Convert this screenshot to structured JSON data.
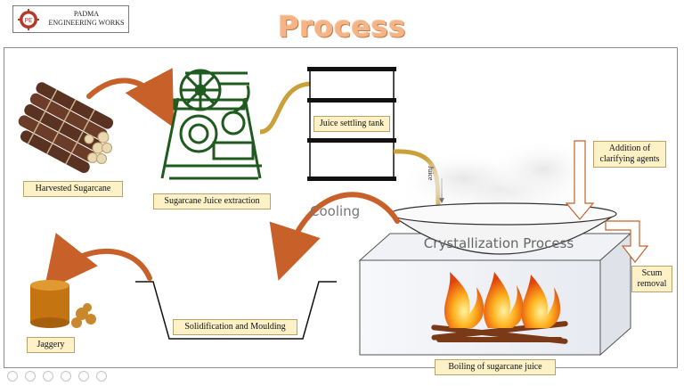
{
  "logo": {
    "line1": "PADMA",
    "line2": "ENGINEERING WORKS"
  },
  "title": "Process",
  "labels": {
    "harvested": "Harvested Sugarcane",
    "extraction": "Sugarcane Juice extraction",
    "settling": "Juice settling tank",
    "clarifying": "Addition of clarifying agents",
    "scum": "Scum removal",
    "boiling": "Boiling of sugarcane juice",
    "solidification": "Solidification and Moulding",
    "jaggery": "Jaggery"
  },
  "process_labels": {
    "cooling": "Cooling",
    "crystallization": "Crystallization Process",
    "juice": "Juice"
  },
  "colors": {
    "title": "#f4b486",
    "machine_green": "#1f5b1f",
    "arrow_orange": "#c8602a",
    "pipe_gold": "#c9a03a",
    "label_fill": "#fdf1c8"
  }
}
